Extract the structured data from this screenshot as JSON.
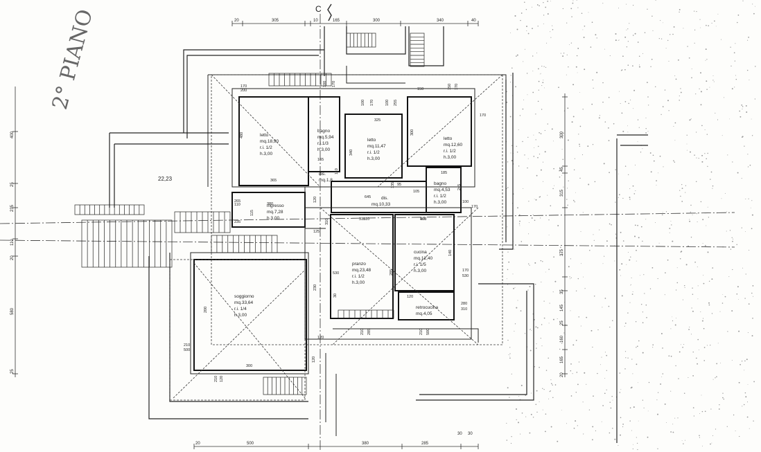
{
  "sheet": {
    "note": "2° PIANO",
    "section_mark": "C"
  },
  "rooms": [
    {
      "name": "letto",
      "area": "mq.18,90",
      "ratio": "r.i. 1/2",
      "height": "h.3,00"
    },
    {
      "name": "bagno",
      "area": "mq.5,94",
      "ratio": "r.i.1/3",
      "height": "h.3,00"
    },
    {
      "name": "letto",
      "area": "mq.11,47",
      "ratio": "r.i. 1/2",
      "height": "h.3,00"
    },
    {
      "name": "letto",
      "area": "mq.12,60",
      "ratio": "r.i. 1/2",
      "height": "h.3,00"
    },
    {
      "name": "dis.",
      "area": "mq.1,8",
      "ratio": "",
      "height": ""
    },
    {
      "name": "bagno",
      "area": "mq.4,53",
      "ratio": "r.i. 1/2",
      "height": "h.3,00"
    },
    {
      "name": "dis.",
      "area": "mq.10,33",
      "ratio": "",
      "height": ""
    },
    {
      "name": "ingresso",
      "area": "mq.7,28",
      "ratio": "",
      "height": "h.3,00"
    },
    {
      "name": "pranzo",
      "area": "mq.23,48",
      "ratio": "r.i. 1/2",
      "height": "h.3,00"
    },
    {
      "name": "cucina",
      "area": "mq.12,40",
      "ratio": "r.i. 1/5",
      "height": "h.3,00"
    },
    {
      "name": "soggiorno",
      "area": "mq.33,64",
      "ratio": "r.i. 1/4",
      "height": "h.3,00"
    },
    {
      "name": "retrocucina",
      "area": "mq.4,05",
      "ratio": "",
      "height": ""
    }
  ],
  "terrace": {
    "area": "22,23"
  },
  "dimensions": {
    "top": [
      "20",
      "305",
      "10",
      "165",
      "300",
      "340",
      "40"
    ],
    "bottom": [
      "20",
      "500",
      "380",
      "285",
      "30",
      "30"
    ],
    "left": [
      "400",
      "25",
      "235",
      "110",
      "20",
      "580",
      "25"
    ],
    "right": [
      "300",
      "45",
      "315",
      "375",
      "35",
      "145",
      "25",
      "160",
      "165",
      "20"
    ],
    "inner": [
      "170",
      "200",
      "100",
      "170",
      "150",
      "170",
      "480",
      "365",
      "380",
      "165",
      "340",
      "325",
      "100",
      "170",
      "100",
      "255",
      "300",
      "110",
      "185",
      "245",
      "105",
      "135",
      "95",
      "645",
      "100",
      "170",
      "310",
      "105",
      "265",
      "110",
      "235",
      "115",
      "120",
      "125",
      "310",
      "310",
      "400",
      "140",
      "170",
      "530",
      "230",
      "30",
      "530",
      "285",
      "120",
      "280",
      "310",
      "210",
      "285",
      "210",
      "500",
      "200",
      "210",
      "500",
      "300",
      "210",
      "120",
      "120",
      "120",
      "150",
      "170"
    ]
  }
}
